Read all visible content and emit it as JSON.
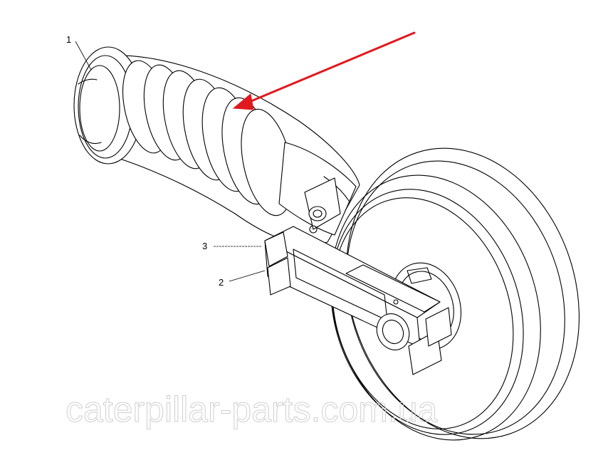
{
  "callouts": {
    "c1": "1",
    "c2": "2",
    "c3": "3"
  },
  "watermark": "caterpillar-parts.com.ua",
  "colors": {
    "arrow": "#e0191e",
    "lines": "#000000",
    "watermark": "#cfcfcf"
  }
}
